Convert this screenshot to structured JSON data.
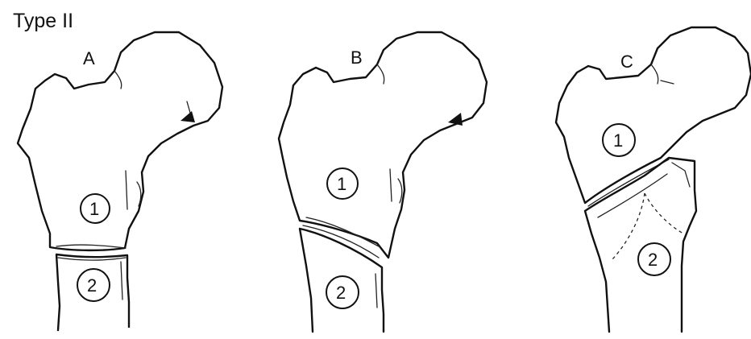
{
  "figure": {
    "title": "Type II",
    "panels": [
      {
        "letter": "A",
        "fragments": [
          "1",
          "2"
        ]
      },
      {
        "letter": "B",
        "fragments": [
          "1",
          "2"
        ]
      },
      {
        "letter": "C",
        "fragments": [
          "1",
          "2"
        ]
      }
    ]
  },
  "colors": {
    "ink": "#111111",
    "background": "#ffffff"
  }
}
